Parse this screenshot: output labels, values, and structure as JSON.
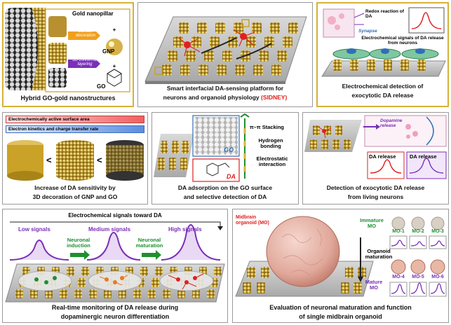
{
  "colors": {
    "gold": "#c9a227",
    "panel_border_gold": "#d7b13a",
    "purple": "#7a2fb8",
    "red": "#e02020",
    "green": "#1f8f2f",
    "blue": "#2f6fb8",
    "sidney_red": "#e0201c"
  },
  "panel1": {
    "label_gold_nanopillar": "Gold nanopillar",
    "label_surface_decoration": "Surface decoration",
    "label_gnp": "GNP",
    "label_3d_conformal": "3D conformal layering",
    "label_go": "GO",
    "caption": "Hybrid GO-gold nanostructures"
  },
  "panel2": {
    "caption_line1": "Smart interfacial DA-sensing platform for",
    "caption_line2_prefix": "neurons and organoid physiology",
    "caption_line2_highlight": "(SIDNEY)"
  },
  "panel3": {
    "label_redox": "Redox reaction of DA",
    "label_synapse": "Synapse",
    "label_signals": "Electrochemical signals of DA release from neurons",
    "caption_line1": "Electrochemical detection of",
    "caption_line2": "exocytotic DA release"
  },
  "panel4": {
    "bar1": "Electrochemically active surface area",
    "bar2": "Electron kinetics and charge transfer rate",
    "lt1": "<",
    "lt2": "<",
    "caption_line1": "Increase of DA sensitivity by",
    "caption_line2": "3D decoration of GNP and GO"
  },
  "panel5": {
    "stacking": "π–π Stacking",
    "hydrogen": "Hydrogen bonding",
    "electrostatic": "Electrostatic interaction",
    "go": "GO",
    "da": "DA",
    "caption_line1": "DA adsorption on the GO surface",
    "caption_line2": "and selective detection of DA"
  },
  "panel6": {
    "dopamine_release": "Dopamine release",
    "da_release_1": "DA release",
    "da_release_2": "DA release",
    "caption_line1": "Detection of exocytotic DA release",
    "caption_line2": "from living neurons"
  },
  "panel7": {
    "header": "Electrochemical signals toward DA",
    "low": "Low signals",
    "medium": "Medium signals",
    "high": "High signals",
    "induction": "Neuronal induction",
    "maturation": "Neuronal maturation",
    "caption_line1": "Real-time monitoring of DA release during",
    "caption_line2": "dopaminergic neuron differentiation"
  },
  "panel8": {
    "midbrain": "Midbrain organoid (MO)",
    "immature": "Immature MO",
    "organoid_maturation": "Organoid maturation",
    "mature": "Mature MO",
    "mo1": "MO-1",
    "mo2": "MO-2",
    "mo3": "MO-3",
    "mo4": "MO-4",
    "mo5": "MO-5",
    "mo6": "MO-6",
    "caption_line1": "Evaluation of neuronal maturation and function",
    "caption_line2": "of single midbrain organoid"
  }
}
